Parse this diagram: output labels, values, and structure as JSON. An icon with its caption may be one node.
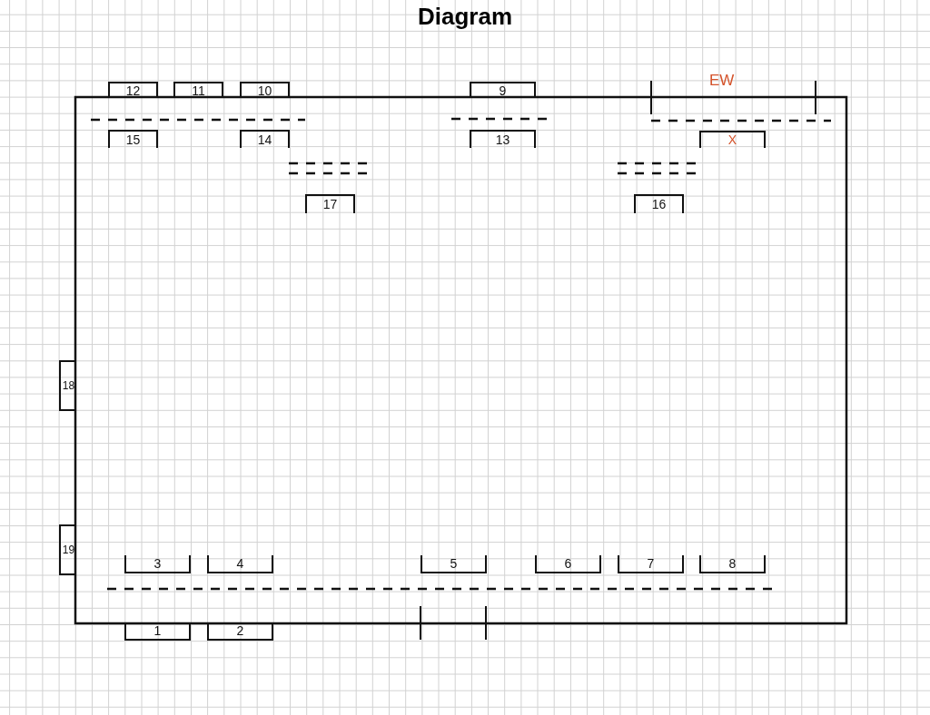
{
  "diagram": {
    "title": "Diagram",
    "nodes": [
      {
        "text": [
          "12"
        ]
      },
      {
        "text": [
          "11"
        ]
      },
      {
        "text": [
          "10"
        ]
      },
      {
        "text": [
          "9"
        ]
      },
      {
        "text": [
          "15"
        ]
      },
      {
        "text": [
          "14"
        ]
      },
      {
        "text": [
          "13"
        ]
      },
      {
        "text": [
          "X"
        ]
      },
      {
        "text": [
          "17"
        ]
      },
      {
        "text": [
          "16"
        ]
      },
      {
        "text": [
          "18"
        ]
      },
      {
        "text": [
          "19"
        ]
      },
      {
        "text": [
          "3"
        ]
      },
      {
        "text": [
          "4"
        ]
      },
      {
        "text": [
          "5"
        ]
      },
      {
        "text": [
          "6"
        ]
      },
      {
        "text": [
          "7"
        ]
      },
      {
        "text": [
          "8"
        ]
      },
      {
        "text": [
          "1"
        ]
      },
      {
        "text": [
          "2"
        ]
      }
    ],
    "labels": [
      "EW"
    ]
  }
}
